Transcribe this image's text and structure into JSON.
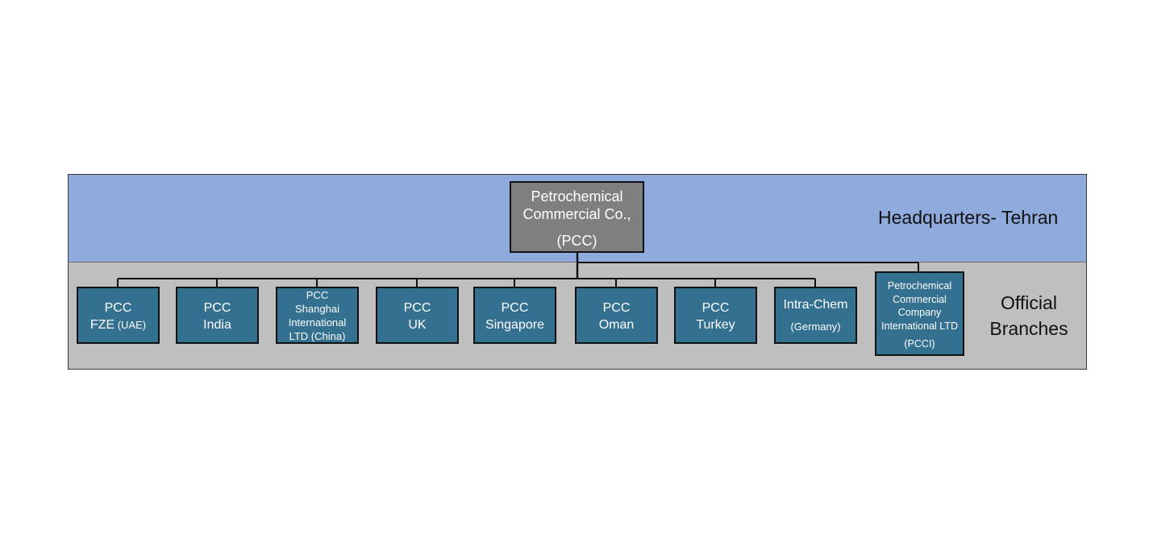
{
  "bands": {
    "headquarters_label": "Headquarters- Tehran",
    "branches_label_line1": "Official",
    "branches_label_line2": "Branches"
  },
  "headquarters": {
    "line1": "Petrochemical",
    "line2": "Commercial Co.,",
    "line3": "(PCC)"
  },
  "branches": [
    {
      "line1": "PCC",
      "line2": "FZE",
      "line2_suffix": " (UAE)"
    },
    {
      "line1": "PCC",
      "line2": "India"
    },
    {
      "line1": "PCC",
      "line2": "Shanghai",
      "line3": "International",
      "line4": "LTD (China)"
    },
    {
      "line1": "PCC",
      "line2": "UK"
    },
    {
      "line1": "PCC",
      "line2": "Singapore"
    },
    {
      "line1": "PCC",
      "line2": "Oman"
    },
    {
      "line1": "PCC",
      "line2": "Turkey"
    },
    {
      "line1": "Intra-Chem",
      "line2": "(Germany)"
    },
    {
      "line1": "Petrochemical",
      "line2": "Commercial",
      "line3": "Company",
      "line4": "International LTD",
      "line5": "(PCCI)"
    }
  ],
  "colors": {
    "headquarters_band": "#8faadc",
    "branches_band": "#bfbfbf",
    "headquarters_box": "#7f7f7f",
    "branch_box": "#34708f",
    "connector": "#111111"
  }
}
